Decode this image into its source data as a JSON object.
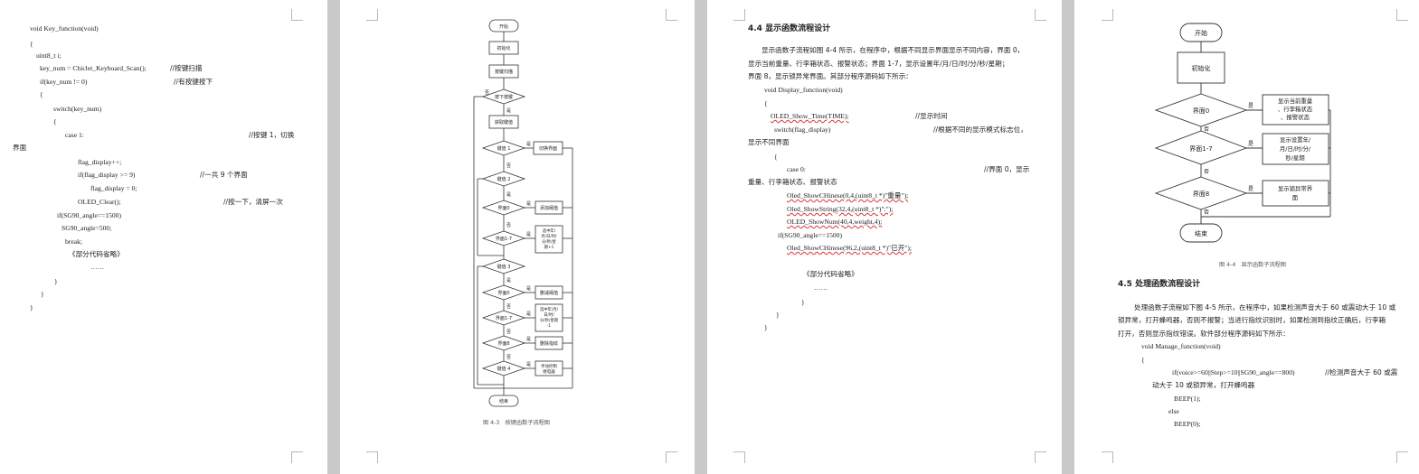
{
  "page1": {
    "lines": [
      "void Key_function(void)",
      "{",
      "uint8_t i;",
      "key_num = Chiclet_Keyboard_Scan();",
      "//按键扫描",
      "if(key_num != 0)",
      "//有按键按下",
      "{",
      "switch(key_num)",
      "{",
      "case 1:",
      "//按键 1，切换",
      "界面",
      "flag_display++;",
      "if(flag_display >= 9)",
      "//一共 9 个界面",
      "flag_display = 0;",
      "OLED_Clear();",
      "//按一下，清屏一次",
      "if(SG90_angle==1500)",
      "SG90_angle=500;",
      "break;",
      "《部分代码省略》",
      "……",
      "}",
      "}",
      "}"
    ]
  },
  "page2": {
    "flowchart": {
      "start": "开始",
      "init": "初始化",
      "scan": "按键扫描",
      "key_pressed": "按下按键",
      "get_key": "获取键值",
      "k1": "键值 1",
      "switch_ui": "切换界面",
      "k2": "键值 2",
      "ui0_a": "界面0",
      "add_threshold": "添加阈值",
      "ui17_a": "界面1-7",
      "select_time": [
        "选中年/",
        "月/日/时/",
        "分/秒/星",
        "期+1"
      ],
      "k3": "键值 3",
      "ui0_b": "界面0",
      "reduce_threshold": "删减阈值",
      "ui17_b": "界面1-7",
      "select_time2": [
        "选中年/月/",
        "日/时/",
        "分/秒/星期",
        "-1"
      ],
      "ui8": "界面8",
      "delete_fp": "删除指纹",
      "k4": "键值 4",
      "manual": [
        "手动控制",
        "继电器"
      ],
      "yes": "是",
      "no": "否",
      "end": "结束"
    },
    "caption": "图 4-3　按键函数子流程图"
  },
  "page3": {
    "heading": "4.4  显示函数流程设计",
    "paragraph": [
      "显示函数子流程如图 4-4 所示，在程序中，根据不同显示界面显示不同内容，界面 0，",
      "显示当前重量、行李箱状态、报警状态；界面 1-7，显示设置年/月/日/时/分/秒/星期；",
      "界面 8，显示锁异常界面。其部分程序源码如下所示："
    ],
    "code": [
      "void Display_function(void)",
      "{",
      "OLED_Show_Time(TIME);",
      "//显示时间",
      "switch(flag_display)",
      "//根据不同的显示模式标志位，",
      "显示不同界面",
      "{",
      "case 0:",
      "//界面 0，显示",
      "重量、行李箱状态、报警状态",
      "Oled_ShowCHinese(0,4,(uint8_t *)\"重量\");",
      "Oled_ShowString(32,4,(uint8_t *)\":\");",
      "OLED_ShowNum(40,4,weight,4);",
      "if(SG90_angle==1500)",
      "Oled_ShowCHinese(96,2,(uint8_t *)\"已开\");",
      "《部分代码省略》",
      "……",
      "}",
      "}",
      "}"
    ]
  },
  "page4": {
    "flowchart": {
      "start": "开始",
      "init": "初始化",
      "ui0": "界面0",
      "ui17": "界面1-7",
      "ui8": "界面8",
      "box1": [
        "显示当前重量",
        "、行李箱状态",
        "、报警状态"
      ],
      "box2": [
        "显示设置年/",
        "月/日/时/分/",
        "秒/星期"
      ],
      "box3": [
        "显示锁异常界",
        "面"
      ],
      "yes": "是",
      "no": "否",
      "end": "结束"
    },
    "caption": "图 4-4　显示函数子流程图",
    "heading": "4.5  处理函数流程设计",
    "paragraph": [
      "处理函数子流程如下图 4-5 所示，在程序中，如果检测声音大于 60 或震动大于 10 或",
      "锁异常，打开蜂鸣器，否则不报警；当进行指纹识别时，如果检测到指纹正确后，行李箱",
      "打开，否则显示指纹错误。软件部分程序源码如下所示："
    ],
    "code": [
      "void Manage_function(void)",
      "{",
      "if(voice>=60||Step>=10||SG90_angle==800)",
      "//检测声音大于 60 或震",
      "动大于 10 或锁异常，打开蜂鸣器",
      "BEEP(1);",
      "else",
      "BEEP(0);"
    ]
  }
}
